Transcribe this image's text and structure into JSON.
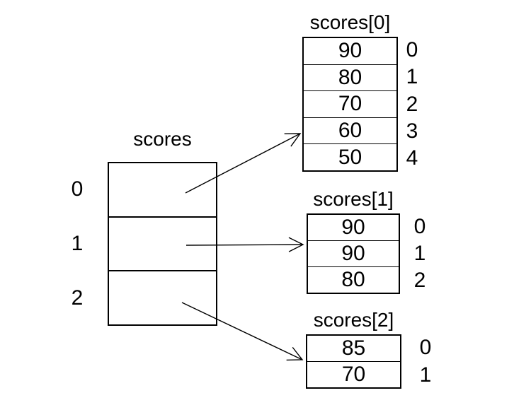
{
  "colors": {
    "background": "#ffffff",
    "ink": "#000000"
  },
  "main_array": {
    "title": "scores",
    "indices": [
      "0",
      "1",
      "2"
    ]
  },
  "sub_arrays": [
    {
      "title": "scores[0]",
      "values": [
        "90",
        "80",
        "70",
        "60",
        "50"
      ],
      "indices": [
        "0",
        "1",
        "2",
        "3",
        "4"
      ]
    },
    {
      "title": "scores[1]",
      "values": [
        "90",
        "90",
        "80"
      ],
      "indices": [
        "0",
        "1",
        "2"
      ]
    },
    {
      "title": "scores[2]",
      "values": [
        "85",
        "70"
      ],
      "indices": [
        "0",
        "1"
      ]
    }
  ],
  "arrows": [
    {
      "from": "main row 0",
      "to": "scores[0]"
    },
    {
      "from": "main row 1",
      "to": "scores[1]"
    },
    {
      "from": "main row 2",
      "to": "scores[2]"
    }
  ]
}
